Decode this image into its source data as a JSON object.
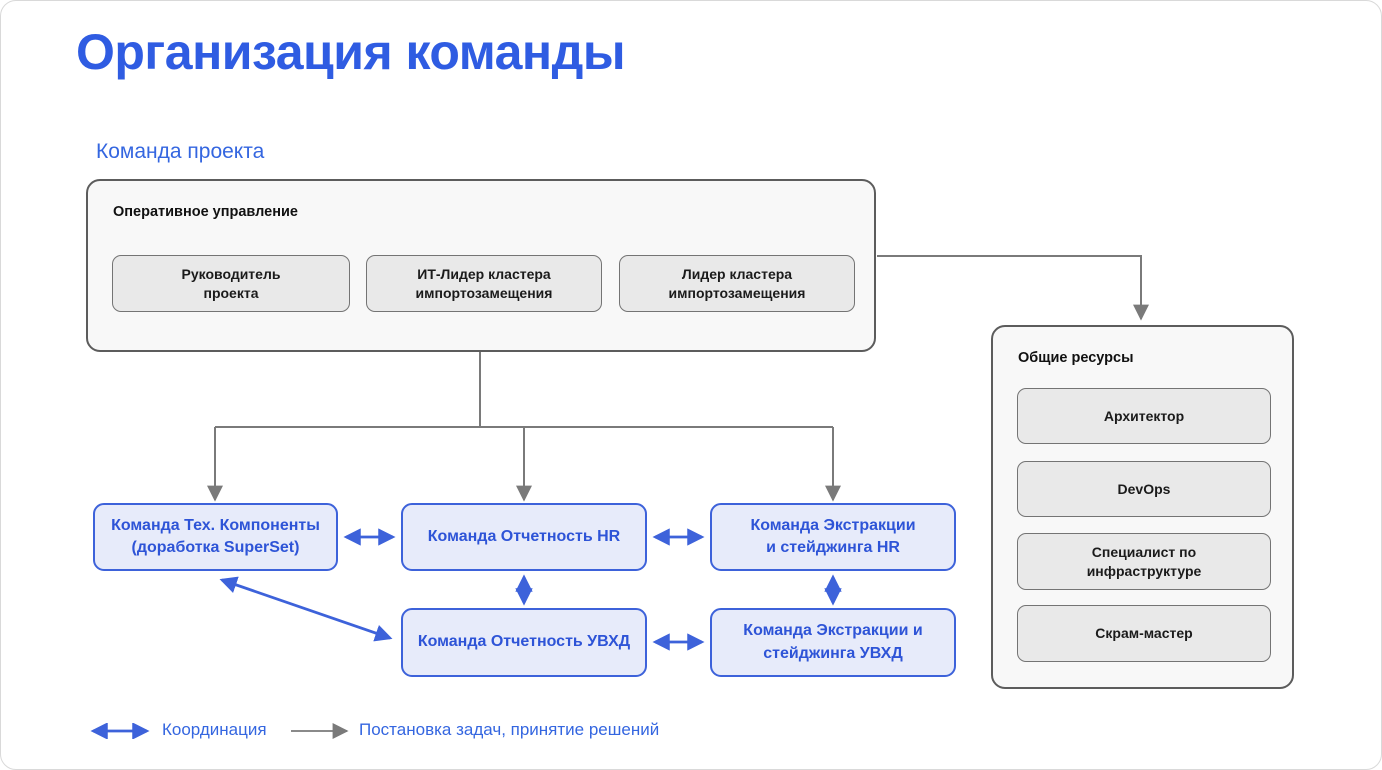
{
  "page": {
    "title": "Организация команды",
    "section_label": "Команда проекта"
  },
  "colors": {
    "accent_blue": "#2f5ce2",
    "label_blue": "#3466e0",
    "team_border": "#3d62da",
    "team_fill": "#e7ebfa",
    "team_text": "#2e54d7",
    "gray_line": "#7a7a7a",
    "container_fill": "#f8f8f8",
    "container_border": "#5c5c5c",
    "member_fill": "#e9e9e9",
    "member_border": "#747474"
  },
  "management": {
    "label": "Оперативное управление",
    "members": [
      {
        "label": "Руководитель\nпроекта"
      },
      {
        "label": "ИТ-Лидер кластера\nимпортозамещения"
      },
      {
        "label": "Лидер кластера\nимпортозамещения"
      }
    ]
  },
  "shared": {
    "label": "Общие ресурсы",
    "members": [
      {
        "label": "Архитектор"
      },
      {
        "label": "DevOps"
      },
      {
        "label": "Специалист по\nинфраструктуре"
      },
      {
        "label": "Скрам-мастер"
      }
    ]
  },
  "teams": {
    "row1": [
      {
        "label": "Команда Тех. Компоненты\n(доработка SuperSet)"
      },
      {
        "label": "Команда Отчетность HR"
      },
      {
        "label": "Команда Экстракции\nи стейджинга HR"
      }
    ],
    "row2": [
      {
        "label": "Команда Отчетность УВХД"
      },
      {
        "label": "Команда Экстракции и\nстейджинга УВХД"
      }
    ]
  },
  "legend": {
    "coordination": "Координация",
    "tasking": "Постановка задач, принятие решений"
  }
}
